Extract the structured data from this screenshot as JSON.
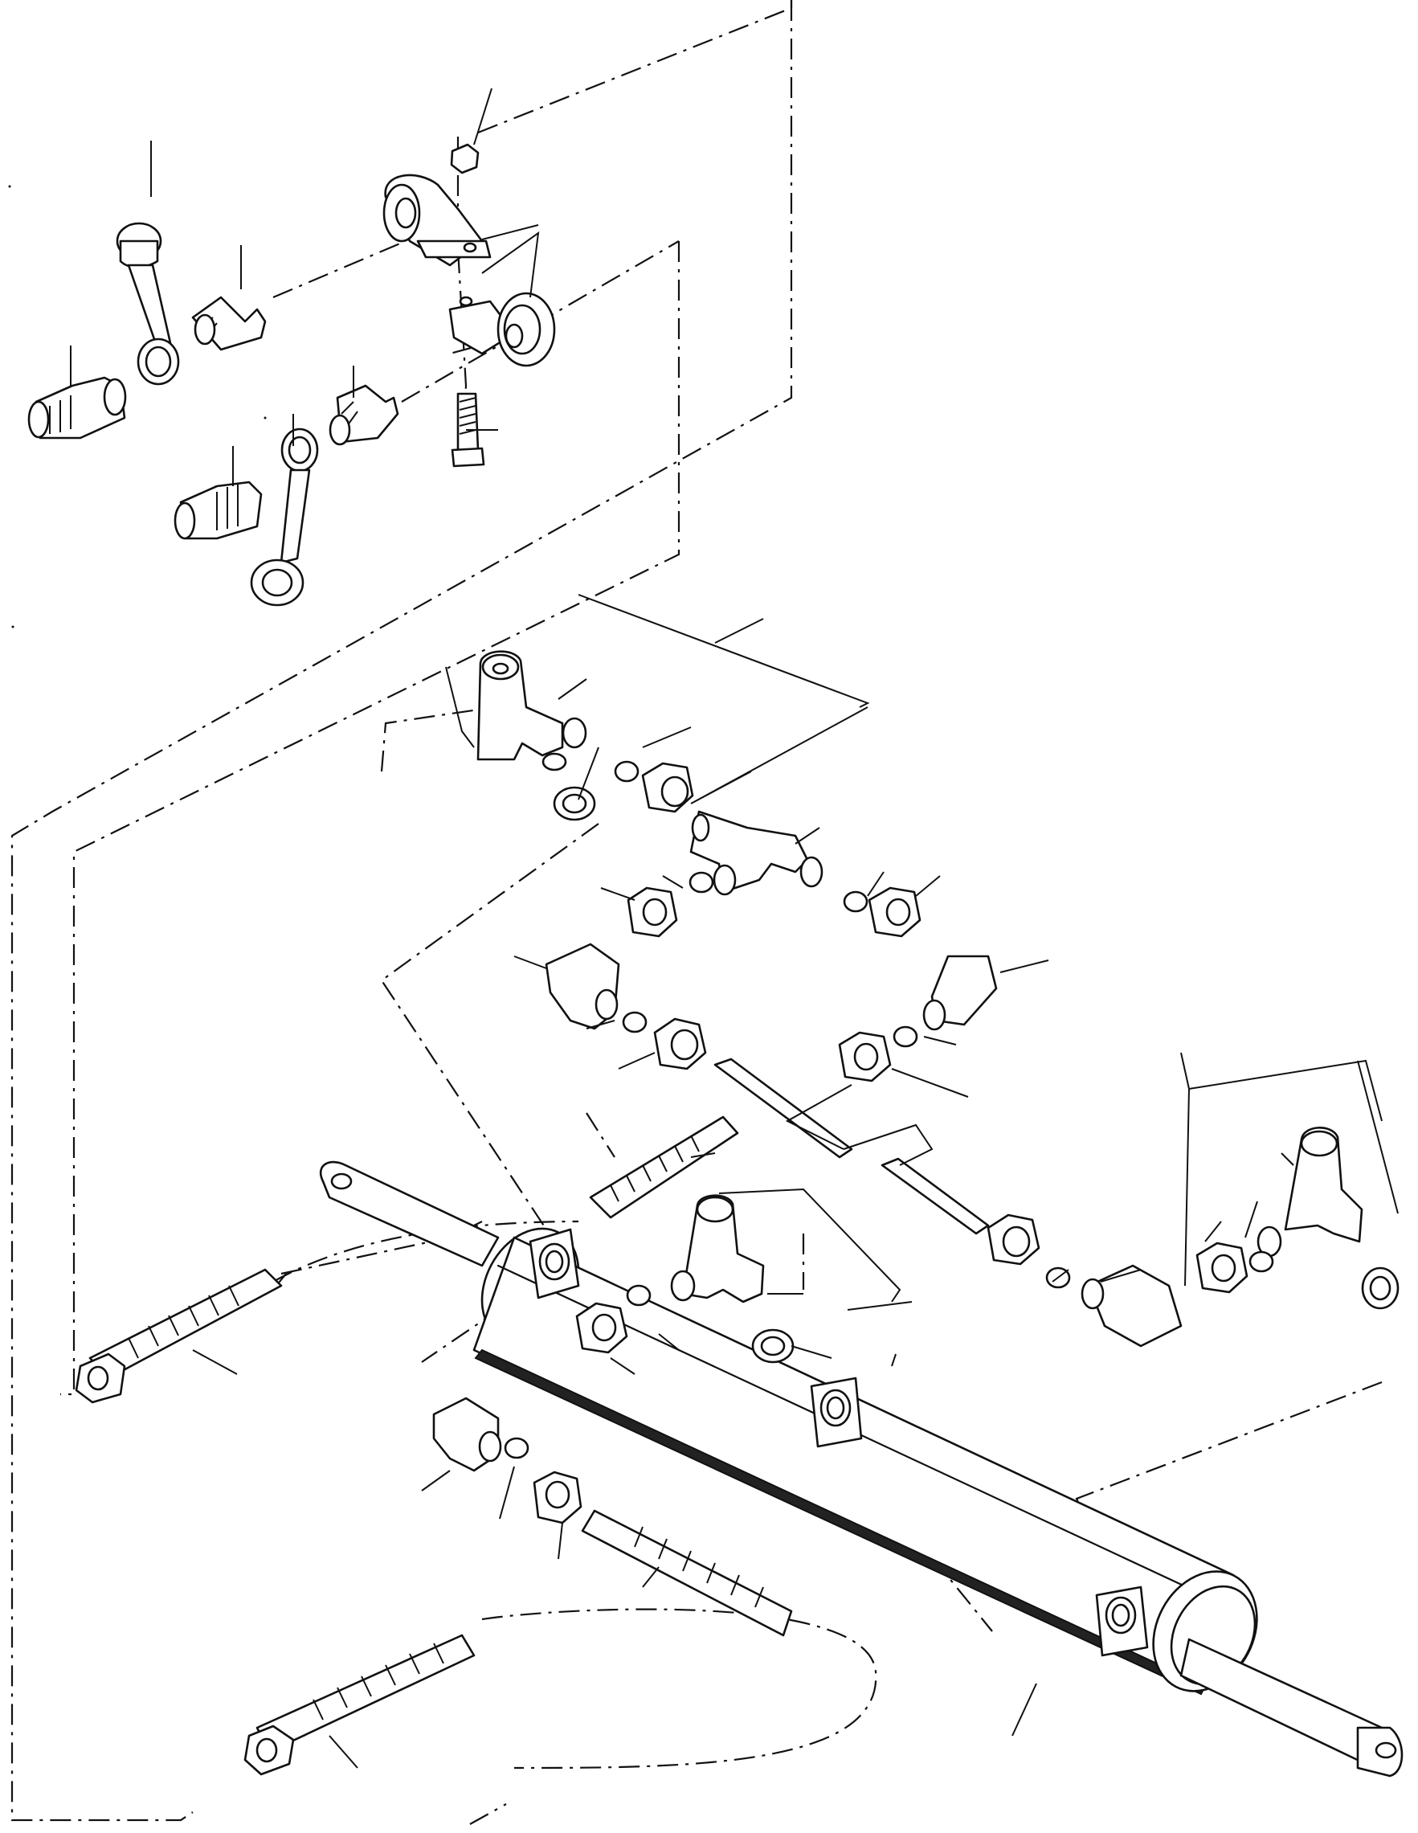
{
  "figure": {
    "description_text": "",
    "callout_numbers": []
  },
  "parts": [
    {
      "name": "steering-cylinder"
    },
    {
      "name": "piston-rod"
    },
    {
      "name": "pivot-bracket-upper"
    },
    {
      "name": "pivot-bracket-lower"
    },
    {
      "name": "nut"
    },
    {
      "name": "bolt"
    },
    {
      "name": "link-arm-upper"
    },
    {
      "name": "link-arm-lower"
    },
    {
      "name": "adapter-fittings"
    },
    {
      "name": "quick-couplers"
    },
    {
      "name": "banjo-fittings"
    },
    {
      "name": "tee-fitting"
    },
    {
      "name": "elbow-fittings"
    },
    {
      "name": "tube-nuts"
    },
    {
      "name": "sleeves"
    },
    {
      "name": "seal-washers"
    },
    {
      "name": "rigid-tubes"
    },
    {
      "name": "hoses"
    }
  ]
}
